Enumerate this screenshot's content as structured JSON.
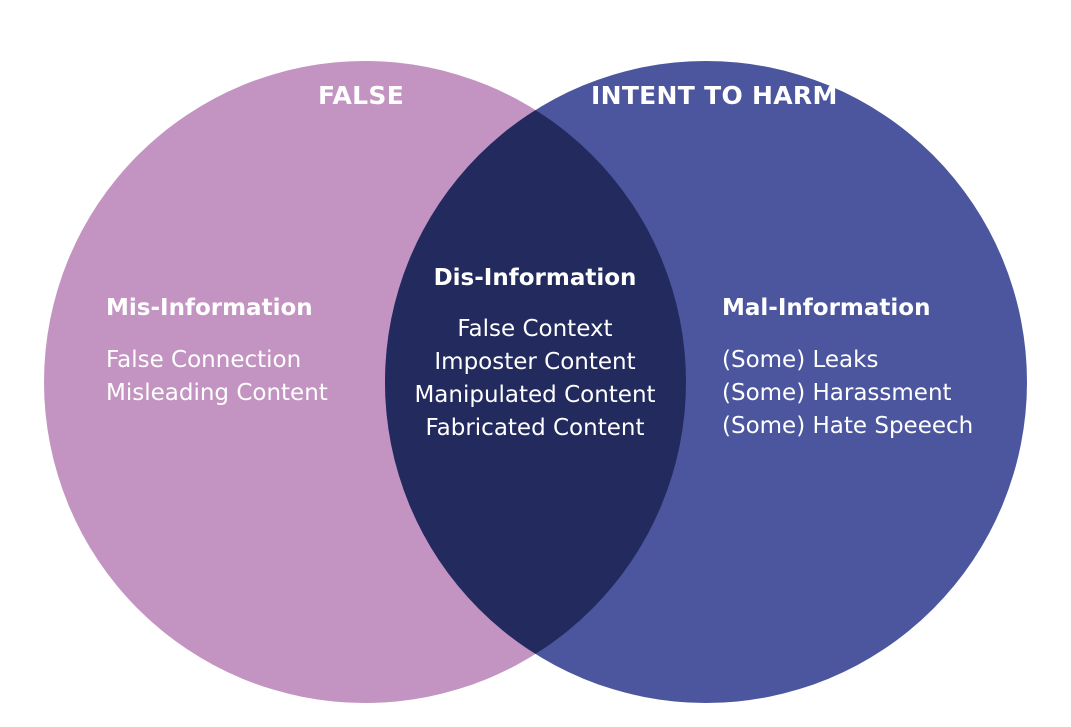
{
  "colors": {
    "background": "#ffffff",
    "false_set": "#c394c1",
    "harm_set": "#4c569e",
    "overlap": "#222a5e",
    "text": "#ffffff"
  },
  "sets": {
    "false": {
      "title": "FALSE"
    },
    "harm": {
      "title": "INTENT TO HARM"
    }
  },
  "regions": {
    "mis": {
      "title": "Mis-Information",
      "items": [
        "False Connection",
        "Misleading Content"
      ]
    },
    "dis": {
      "title": "Dis-Information",
      "items": [
        "False Context",
        "Imposter Content",
        "Manipulated Content",
        "Fabricated Content"
      ]
    },
    "mal": {
      "title": "Mal-Information",
      "items": [
        "(Some) Leaks",
        "(Some) Harassment",
        "(Some) Hate Speeech"
      ]
    }
  }
}
